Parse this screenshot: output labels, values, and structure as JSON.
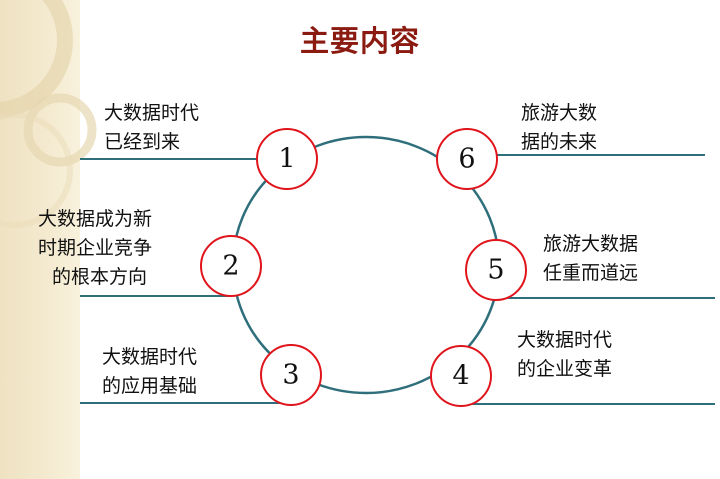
{
  "title": "主要内容",
  "colors": {
    "title": "#8b1a10",
    "ring": "#2f6f7c",
    "node_border": "#e0141b",
    "line": "#2f6f7c",
    "sidebar": "#f4ead0"
  },
  "nodes": [
    {
      "number": "1",
      "lines": [
        "大数据时代",
        "已经到来"
      ]
    },
    {
      "number": "2",
      "lines": [
        "大数据成为新",
        "时期企业竞争",
        "的根本方向"
      ]
    },
    {
      "number": "3",
      "lines": [
        "大数据时代",
        "的应用基础"
      ]
    },
    {
      "number": "4",
      "lines": [
        "大数据时代",
        "的企业变革"
      ]
    },
    {
      "number": "5",
      "lines": [
        "旅游大数据",
        "任重而道远"
      ]
    },
    {
      "number": "6",
      "lines": [
        "旅游大数",
        "据的未来"
      ]
    }
  ]
}
